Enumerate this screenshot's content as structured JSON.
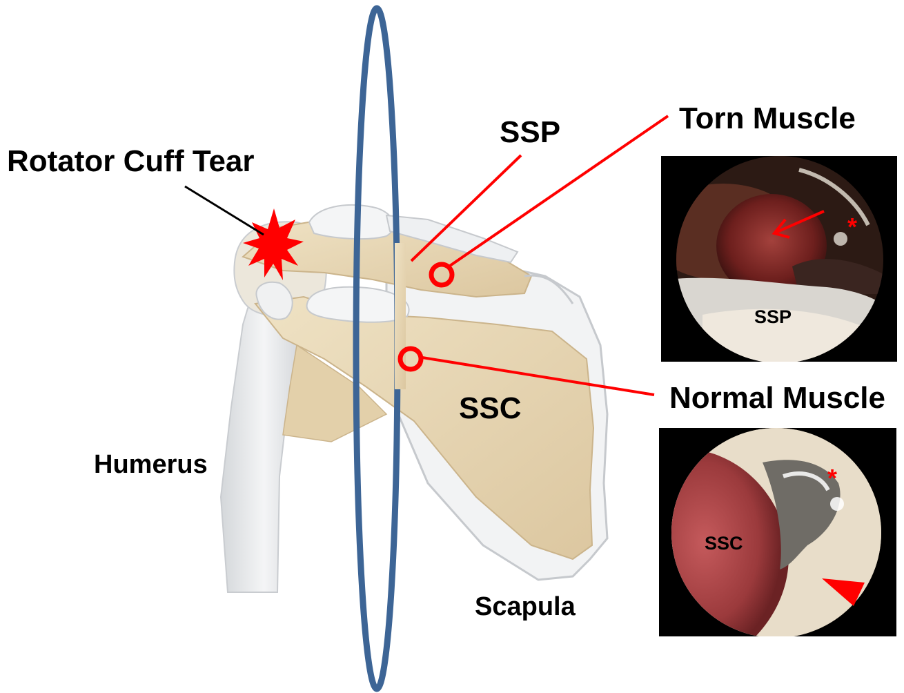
{
  "labels": {
    "rotator_cuff_tear": "Rotator Cuff Tear",
    "ssp": "SSP",
    "ssc": "SSC",
    "humerus": "Humerus",
    "scapula": "Scapula",
    "torn_muscle": "Torn Muscle",
    "normal_muscle": "Normal Muscle"
  },
  "panels": {
    "torn": {
      "label": "SSP",
      "marker": "*"
    },
    "normal": {
      "label": "SSC",
      "marker": "*"
    }
  },
  "colors": {
    "plane": "#3d6596",
    "annotation": "#ff0000",
    "muscle": "#e8d7b4",
    "bone": "#e6e8ea",
    "pointer": "#000000"
  },
  "icons": {
    "tear": "starburst-icon",
    "site_marker": "ring-marker-icon",
    "arrowhead": "triangle-arrowhead-icon"
  }
}
